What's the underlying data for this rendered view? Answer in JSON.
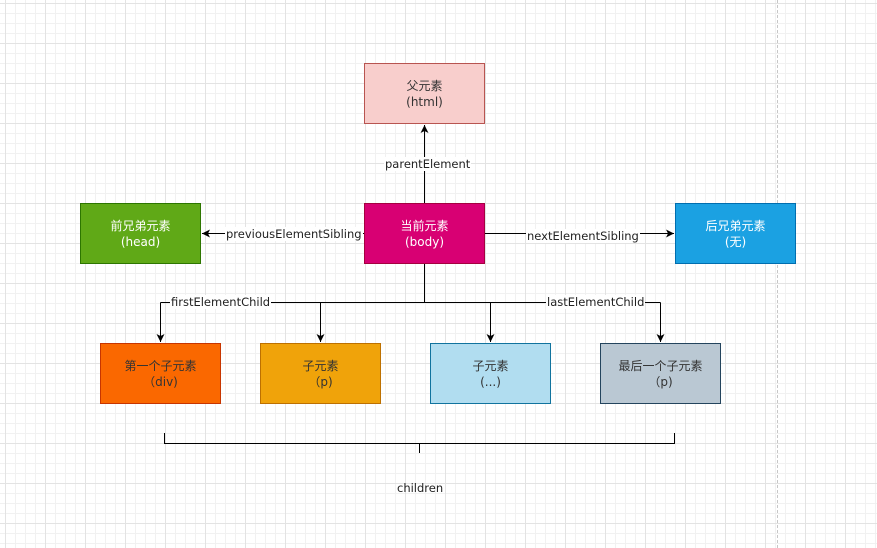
{
  "nodes": {
    "parent": {
      "title": "父元素",
      "sub": "(html)",
      "fill": "#f8cecc",
      "stroke": "#b85450",
      "text_color": "#333333"
    },
    "current": {
      "title": "当前元素",
      "sub": "(body)",
      "fill": "#d80073",
      "stroke": "#a50040",
      "text_color": "#ffffff"
    },
    "prev_sibling": {
      "title": "前兄弟元素",
      "sub": "(head)",
      "fill": "#60a917",
      "stroke": "#2d7600",
      "text_color": "#ffffff"
    },
    "next_sibling": {
      "title": "后兄弟元素",
      "sub": "(无)",
      "fill": "#1ba1e2",
      "stroke": "#006eaf",
      "text_color": "#ffffff"
    },
    "first_child": {
      "title": "第一个子元素",
      "sub": "（div)",
      "fill": "#fa6800",
      "stroke": "#c73500",
      "text_color": "#333333"
    },
    "child_p": {
      "title": "子元素",
      "sub": "（p)",
      "fill": "#f0a30a",
      "stroke": "#bd7000",
      "text_color": "#333333"
    },
    "child_more": {
      "title": "子元素",
      "sub": "(...)",
      "fill": "#b1ddf0",
      "stroke": "#10739e",
      "text_color": "#333333"
    },
    "last_child": {
      "title": "最后一个子元素",
      "sub": "（p)",
      "fill": "#bac8d3",
      "stroke": "#23445d",
      "text_color": "#333333"
    }
  },
  "edges": {
    "parent_element": "parentElement",
    "previous_sibling": "previousElementSibling",
    "next_sibling": "nextElementSibling",
    "first_child": "firstElementChild",
    "last_child": "lastElementChild"
  },
  "children_label": "children"
}
